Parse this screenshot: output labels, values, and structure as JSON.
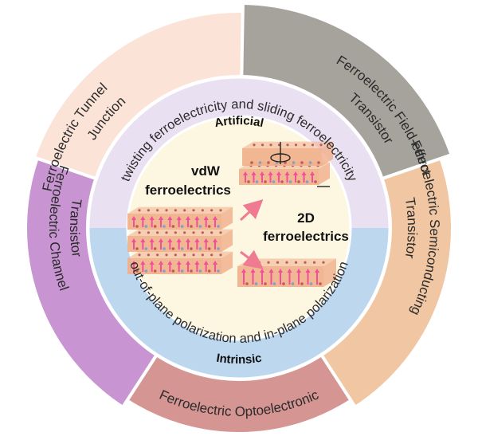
{
  "outer_segments": {
    "tunnel_junction": {
      "line1": "Ferroelectric Tunnel",
      "line2": "Junction",
      "color": "#fbe3d8"
    },
    "field_effect": {
      "line1": "Ferroelectric Field-effect",
      "line2": "Transistor",
      "color": "#a6a39c"
    },
    "semiconducting": {
      "line1": "Ferroelectric Semiconducting",
      "line2": "Transistor",
      "color": "#f1c6a2"
    },
    "optoelectronic": {
      "line1": "Ferroelectric Optoelectronic",
      "color": "#d59592"
    },
    "channel": {
      "line1": "Ferroelectric Channel",
      "line2": "Transistor",
      "color": "#c894d2"
    }
  },
  "middle_ring": {
    "artificial": {
      "title": "Artificial",
      "text": "twisting ferroelectricity and sliding ferroelectricity",
      "color": "#e9e0f2"
    },
    "intrinsic": {
      "title": "Intrinsic",
      "text": "out-of-plane polarization and in-plane polarization",
      "color": "#bcd7ee"
    }
  },
  "center": {
    "vdw_line1": "vdW",
    "vdw_line2": "ferroelectrics",
    "twod_line1": "2D",
    "twod_line2": "ferroelectrics",
    "fill": "#fdf7e2",
    "slab_color": "#f0ae8a",
    "arrow_color": "#f0509a",
    "dot_red": "#c05a52",
    "dot_blue": "#7fa0c8"
  }
}
